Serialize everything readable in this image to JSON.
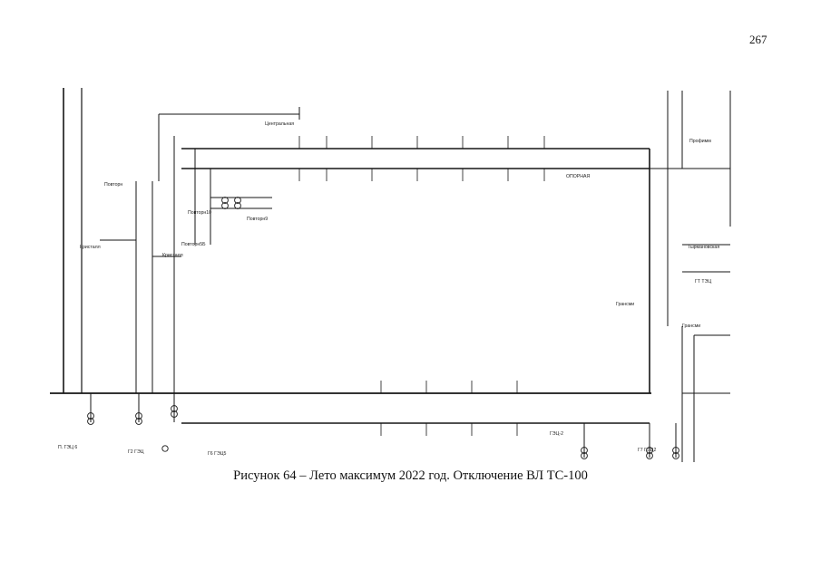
{
  "page": {
    "number": "267"
  },
  "figure": {
    "caption": "Рисунок 64 – Лето максимум 2022 год. Отключение ВЛ ТС-100"
  },
  "nodes": {
    "tsentralnaya": "Центральная",
    "povtoren_left": "Повторн",
    "povtoren_10": "Повторн10",
    "povtoren_9": "Повторн9",
    "povtoren_5b": "Повторн5Б",
    "kristall_1": "Кристалл",
    "kristall_2": "Кристалл",
    "opornaya": "ОПОРНАЯ",
    "grandsmi_1": "Грансми",
    "grandsmi_2": "Грансми",
    "gt_tets": "ГТ ТЭЦ",
    "p_gts_6": "П. ГЭЦ 6",
    "g2_gts": "Г2 ГЭЦ",
    "g6_gts": "Г6 ГЭЦ5",
    "g7_gts": "Г7 ГЭЦ2",
    "gtsh": "ГЭЦ-2",
    "profimm": "Профимм",
    "tyrmanovskaya": "Тырмановская"
  }
}
